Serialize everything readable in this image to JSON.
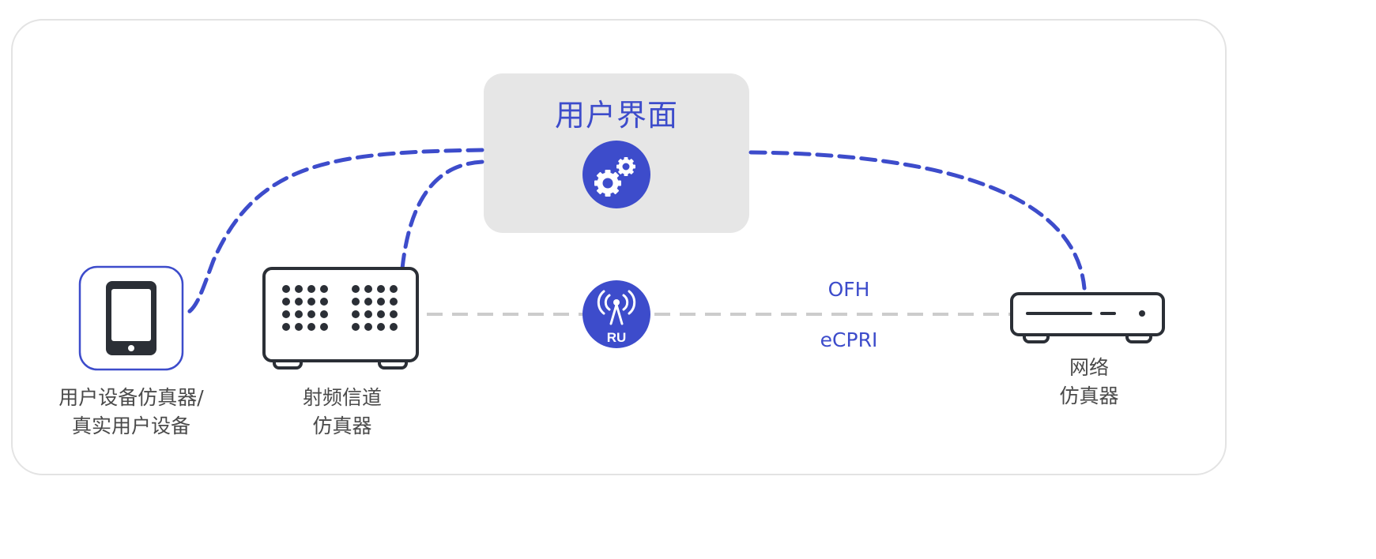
{
  "ui_box": {
    "title": "用户界面",
    "icon": "gears-icon"
  },
  "devices": {
    "ue": {
      "line1": "用户设备仿真器/",
      "line2": "真实用户设备",
      "icon": "tablet-icon"
    },
    "rf": {
      "line1": "射频信道",
      "line2": "仿真器",
      "icon": "rf-channel-emulator-icon"
    },
    "ru": {
      "label": "RU",
      "icon": "radio-tower-icon"
    },
    "network": {
      "line1": "网络",
      "line2": "仿真器",
      "icon": "network-emulator-icon"
    }
  },
  "link": {
    "protocol_top": "OFH",
    "protocol_bottom": "eCPRI"
  },
  "colors": {
    "accent": "#3d4ccb",
    "dashed_gray": "#cccccc",
    "device_outline": "#2b2f36",
    "ui_bg": "#e6e6e6"
  }
}
